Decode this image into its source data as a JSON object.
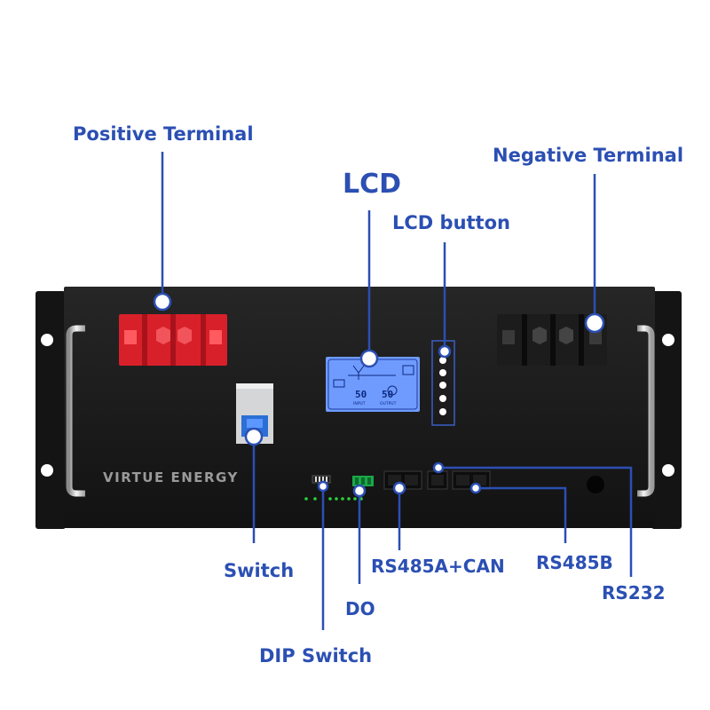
{
  "brand": "VIRTUE ENERGY",
  "colors": {
    "label": "#2b4fb3",
    "leader": "#2b4fb3",
    "panel": "#1a1a1a",
    "positive_terminal": "#d8202a",
    "negative_terminal": "#1c1c1c",
    "lcd_screen": "#6f9bff",
    "status_led": "#2ad43a"
  },
  "labels": {
    "positive_terminal": "Positive Terminal",
    "negative_terminal": "Negative Terminal",
    "lcd": "LCD",
    "lcd_button": "LCD button",
    "switch": "Switch",
    "dip_switch": "DIP Switch",
    "do": "DO",
    "rs485a_can": "RS485A+CAN",
    "rs485b": "RS485B",
    "rs232": "RS232"
  },
  "lcd_screen": {
    "readout_left": "50",
    "readout_right": "50",
    "caption_left": "INPUT",
    "caption_right": "OUTPUT"
  },
  "icons": [
    "lcd-battery-icon",
    "lcd-grid-icon",
    "lcd-load-icon",
    "lcd-solar-icon"
  ]
}
